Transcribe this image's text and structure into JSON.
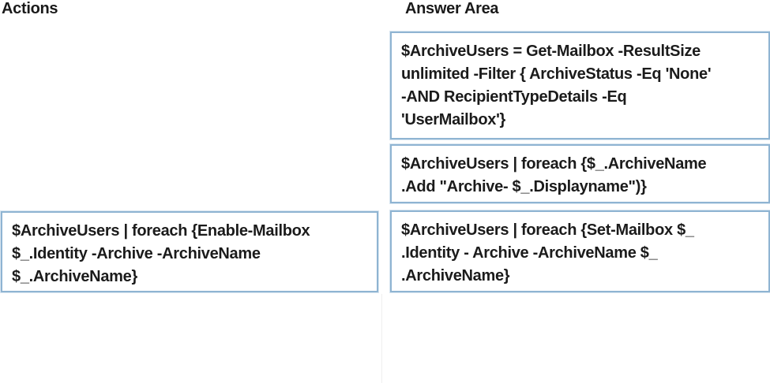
{
  "colors": {
    "background": "#ffffff",
    "tile_border": "#8fb4d2",
    "text": "#1b1b1b"
  },
  "actions_column": {
    "heading": "Actions",
    "items": [
      {
        "id": "enable-mailbox",
        "text": "$ArchiveUsers | foreach {Enable-Mailbox\n$_.Identity -Archive -ArchiveName\n$_.ArchiveName}"
      }
    ]
  },
  "answer_area_column": {
    "heading": "Answer Area",
    "items": [
      {
        "id": "get-mailbox-filter",
        "text": "$ArchiveUsers = Get-Mailbox -ResultSize\nunlimited -Filter { ArchiveStatus -Eq 'None'\n-AND RecipientTypeDetails -Eq\n'UserMailbox'}"
      },
      {
        "id": "archivename-add",
        "text": "$ArchiveUsers | foreach {$_.ArchiveName\n.Add \"Archive- $_.Displayname\")}"
      },
      {
        "id": "set-mailbox",
        "text": "$ArchiveUsers | foreach {Set-Mailbox $_\n.Identity - Archive -ArchiveName $_\n.ArchiveName}"
      }
    ]
  }
}
